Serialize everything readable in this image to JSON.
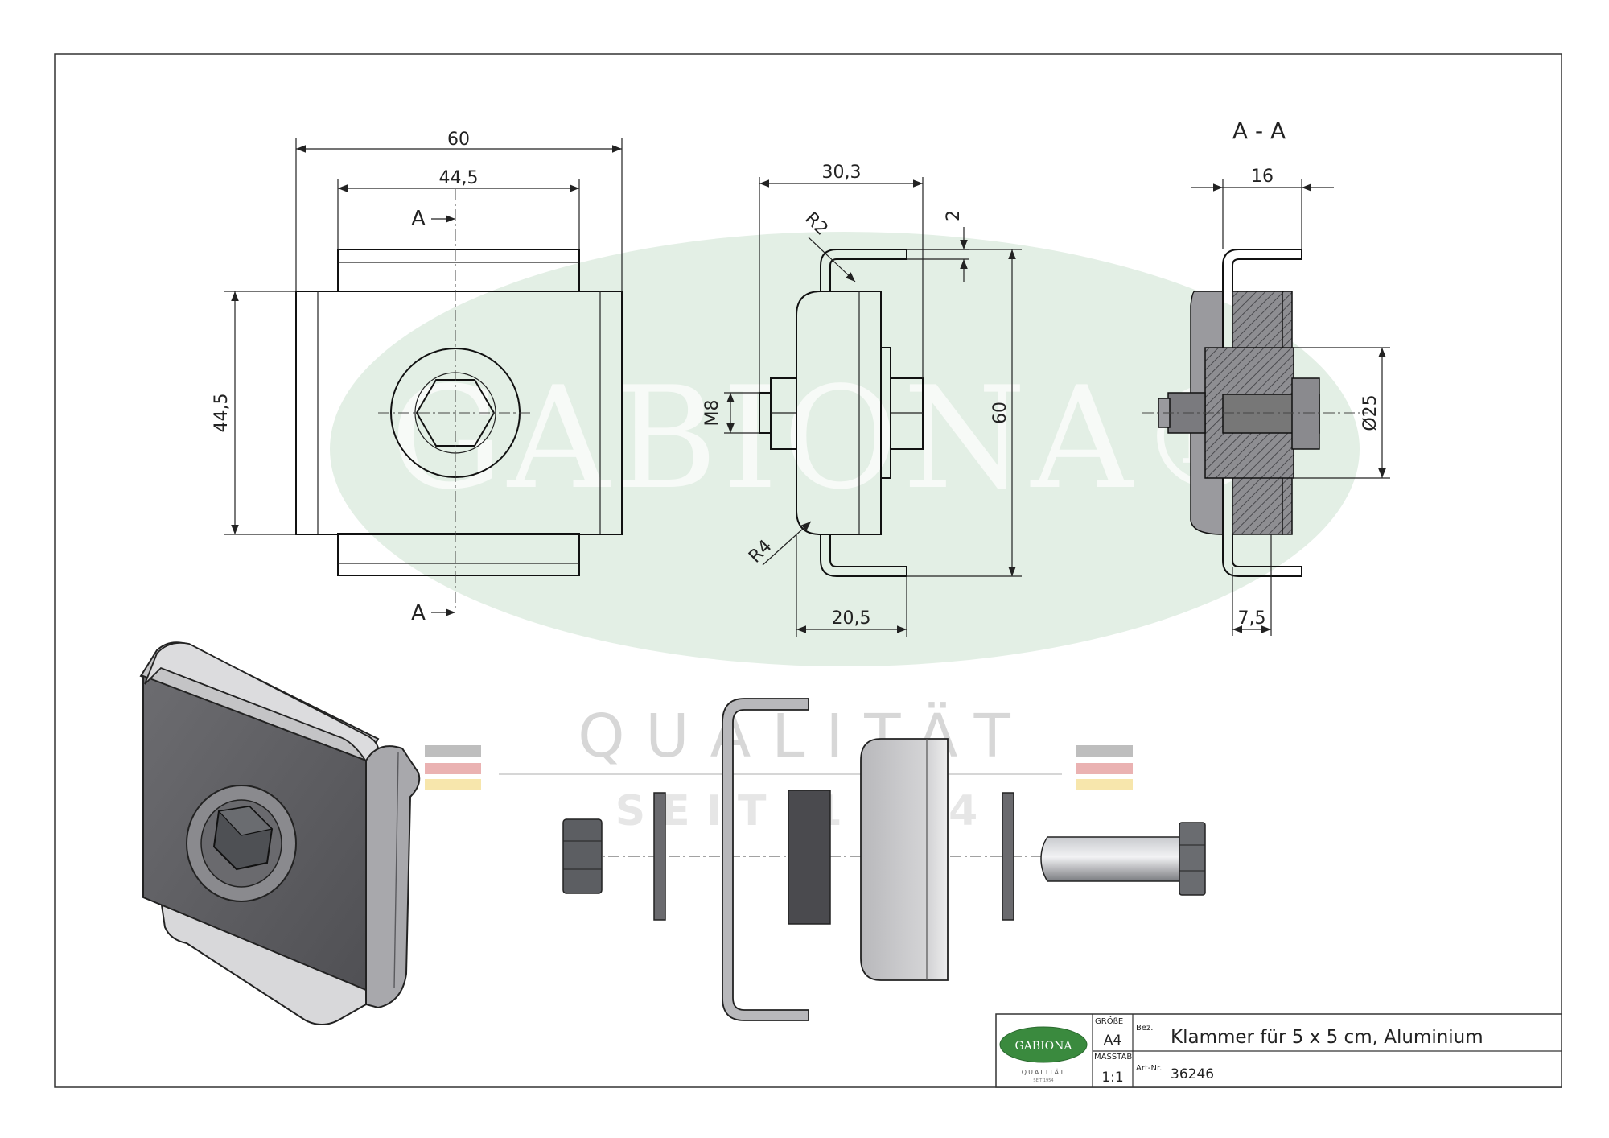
{
  "watermark": {
    "brand": "GABIONA®",
    "tagline": "QUALITÄT",
    "since": "SEIT 1954"
  },
  "dimensions": {
    "front_width_outer": "60",
    "front_width_inner": "44,5",
    "front_height": "44,5",
    "section_marker": "A",
    "side_depth": "30,3",
    "side_thickness": "2",
    "side_radius_top": "R2",
    "side_radius_bottom": "R4",
    "side_thread": "M8",
    "side_height": "60",
    "side_bottom_width": "20,5",
    "section_title": "A - A",
    "section_width": "16",
    "section_diameter": "Ø25",
    "section_bottom": "7,5"
  },
  "title_block": {
    "logo_text": "GABIONA",
    "logo_tagline": "QUALITÄT",
    "logo_since": "SEIT 1954",
    "size_label": "GRÖßE",
    "size_value": "A4",
    "scale_label": "MASSTAB",
    "scale_value": "1:1",
    "name_label": "Bez.",
    "name_value": "Klammer für 5 x 5 cm, Aluminium",
    "article_label": "Art-Nr.",
    "article_value": "36246"
  },
  "colors": {
    "watermark_green": "#dfeee2",
    "logo_green": "#3a8a3e",
    "part_gray_dark": "#5f5f63",
    "part_gray_mid": "#9a9a9e",
    "part_gray_light": "#d4d4d6"
  }
}
